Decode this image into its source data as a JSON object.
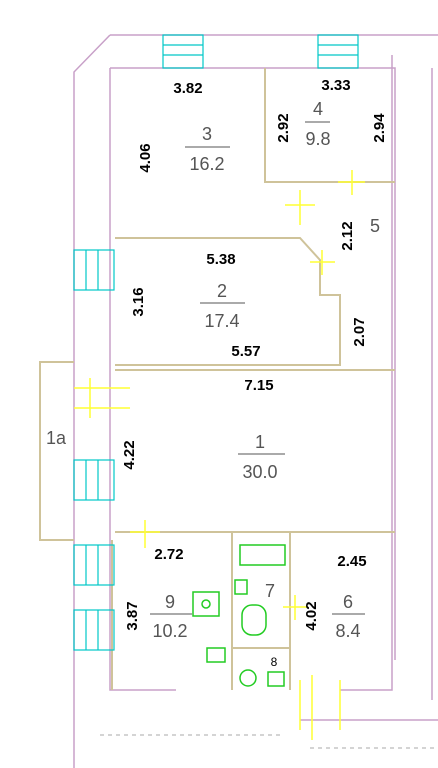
{
  "rooms": {
    "r3": {
      "number": "3",
      "area": "16.2"
    },
    "r4": {
      "number": "4",
      "area": "9.8"
    },
    "r5": {
      "number": "5"
    },
    "r2": {
      "number": "2",
      "area": "17.4"
    },
    "r1": {
      "number": "1",
      "area": "30.0"
    },
    "r1a": {
      "number": "1а"
    },
    "r9": {
      "number": "9",
      "area": "10.2"
    },
    "r7": {
      "number": "7"
    },
    "r8": {
      "number": "8"
    },
    "r6": {
      "number": "6",
      "area": "8.4"
    }
  },
  "dimensions": {
    "d382": "3.82",
    "d333": "3.33",
    "d406": "4.06",
    "d292": "2.92",
    "d294": "2.94",
    "d212": "2.12",
    "d538": "5.38",
    "d316": "3.16",
    "d207": "2.07",
    "d557": "5.57",
    "d715": "7.15",
    "d422": "4.22",
    "d272": "2.72",
    "d245": "2.45",
    "d387": "3.87",
    "d402": "4.02"
  },
  "colors": {
    "wall": "#c8a0c8",
    "inner_wall": "#cfc39a",
    "window": "#00c8c8",
    "door": "#ffff33",
    "fixture": "#22cc22"
  }
}
